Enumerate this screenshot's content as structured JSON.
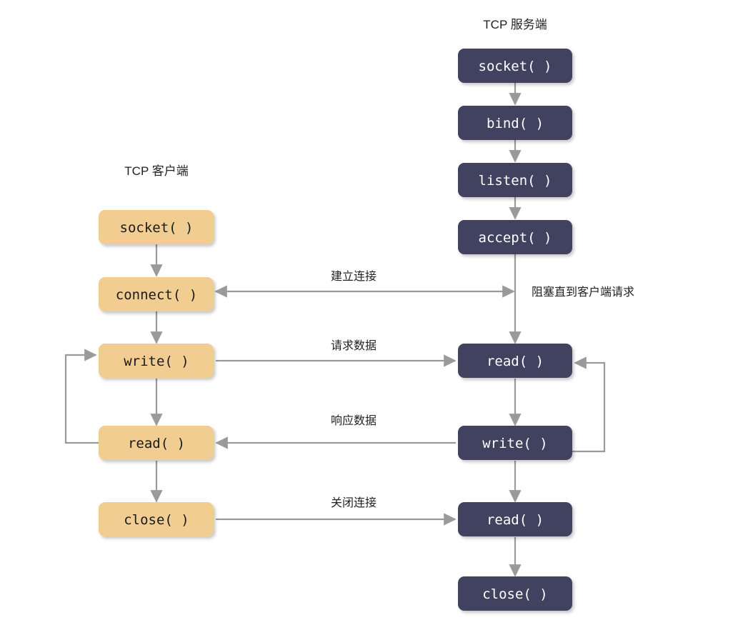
{
  "diagram": {
    "title_client": "TCP 客户端",
    "title_server": "TCP 服务端",
    "colors": {
      "client_box_fill": "#F2CD91",
      "client_box_text": "#1a1a1a",
      "server_box_fill": "#3F4260",
      "server_box_text": "#ffffff",
      "arrow": "#9a9a9a",
      "text": "#222222",
      "background": "#ffffff"
    },
    "client_nodes": [
      {
        "id": "c-socket",
        "label": "socket( )"
      },
      {
        "id": "c-connect",
        "label": "connect( )"
      },
      {
        "id": "c-write",
        "label": "write( )"
      },
      {
        "id": "c-read",
        "label": "read( )"
      },
      {
        "id": "c-close",
        "label": "close( )"
      }
    ],
    "server_nodes": [
      {
        "id": "s-socket",
        "label": "socket( )"
      },
      {
        "id": "s-bind",
        "label": "bind( )"
      },
      {
        "id": "s-listen",
        "label": "listen( )"
      },
      {
        "id": "s-accept",
        "label": "accept( )"
      },
      {
        "id": "s-read1",
        "label": "read( )"
      },
      {
        "id": "s-write",
        "label": "write( )"
      },
      {
        "id": "s-read2",
        "label": "read( )"
      },
      {
        "id": "s-close",
        "label": "close( )"
      }
    ],
    "edge_labels": [
      {
        "id": "lbl-establish",
        "text": "建立连接"
      },
      {
        "id": "lbl-request",
        "text": "请求数据"
      },
      {
        "id": "lbl-response",
        "text": "响应数据"
      },
      {
        "id": "lbl-close",
        "text": "关闭连接"
      }
    ],
    "annotations": [
      {
        "id": "note-block",
        "text": "阻塞直到客户端请求"
      }
    ]
  }
}
